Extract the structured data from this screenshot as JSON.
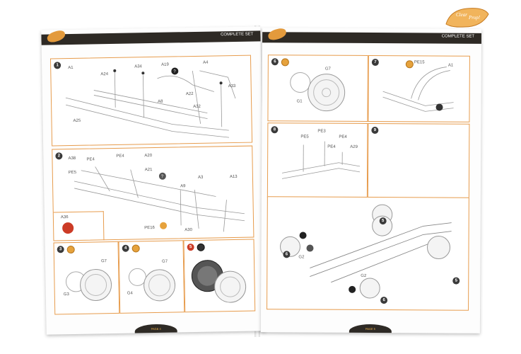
{
  "brand": {
    "line1": "Clear",
    "line2": "Prop!"
  },
  "left_page": {
    "header_title": "COMPLETE SET",
    "footer": "PAGE 4",
    "steps": [
      {
        "num": "1",
        "labels": [
          "A1",
          "A24",
          "A34",
          "A19",
          "A4",
          "A33",
          "A22",
          "A32",
          "A8",
          "A25"
        ]
      },
      {
        "num": "2",
        "labels": [
          "A38",
          "PE4",
          "PE4",
          "A20",
          "A21",
          "PE5",
          "A3",
          "A13",
          "A9",
          "PE16",
          "A30",
          "A36"
        ]
      },
      {
        "num": "3",
        "labels": [
          "G7",
          "G3"
        ]
      },
      {
        "num": "4",
        "labels": [
          "G7",
          "G4"
        ]
      },
      {
        "num": "5",
        "labels": []
      }
    ]
  },
  "right_page": {
    "header_title": "COMPLETE SET",
    "footer": "PAGE 5",
    "steps": [
      {
        "num": "6",
        "labels": [
          "G7",
          "G1"
        ]
      },
      {
        "num": "7",
        "labels": [
          "PE15",
          "A1"
        ]
      },
      {
        "num": "8",
        "labels": [
          "PE3",
          "PE5",
          "PE4",
          "PE4",
          "A29"
        ]
      },
      {
        "num": "9",
        "labels": [
          "G2",
          "G2"
        ]
      }
    ],
    "callouts": [
      "5",
      "6",
      "5",
      "6"
    ]
  },
  "colors": {
    "accent": "#e79c4d",
    "header": "#2e2a25",
    "paint_orange": "#e6a23c",
    "paint_red": "#cc3b26"
  }
}
